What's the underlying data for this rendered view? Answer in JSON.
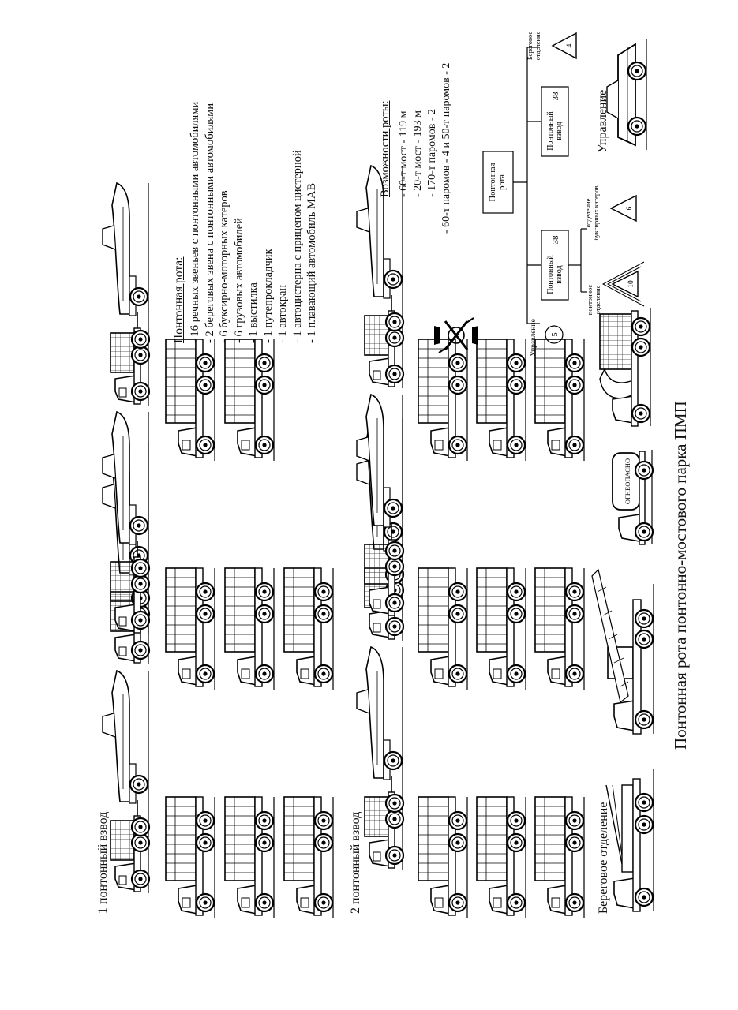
{
  "title": "Понтонная рота понтонно-мостового парка ПМП",
  "platoon1_label": "1 понтонный взвод",
  "platoon2_label": "2 понтонный взвод",
  "shore_section_label": "Береговое отделение",
  "control_label": "Управление",
  "composition": {
    "heading": "Понтонная рота:",
    "items": [
      "- 16 речных звеньев с понтонными автомобилями",
      "- 2 береговых звена с понтонными автомобилями",
      "- 6 буксирно-моторных катеров",
      "- 6 грузовых автомобилей",
      "- 1 выстилка",
      "- 1 путепрокладчик",
      "- 1 автокран",
      "- 1 автоцистерна с прицепом цистерной",
      "- 1 плавающий автомобиль МАВ"
    ]
  },
  "capabilities": {
    "heading": "Возможности роты:",
    "items": [
      "- 60-т мост - 119 м",
      "- 20-т мост - 193 м",
      "- 170-т паромов - 2",
      "- 60-т паромов - 4 и 50-т паромов - 2"
    ]
  },
  "org": {
    "company": "Понтонная\nрота",
    "platoon_1": "Понтонный\nвзвод",
    "platoon_1_count": "38",
    "platoon_2": "Понтонный\nвзвод",
    "platoon_2_count": "38",
    "control": "Управление",
    "control_count": "5",
    "pontoon_section": "понтонное\nотделение",
    "pontoon_section_count": "10",
    "tug_section": "отделение\nбуксирных катеров",
    "tug_section_count": "6",
    "shore_section": "Береговое\nотделение",
    "shore_section_count": "4"
  },
  "tanker_label": "ОГНЕОПАСНО"
}
